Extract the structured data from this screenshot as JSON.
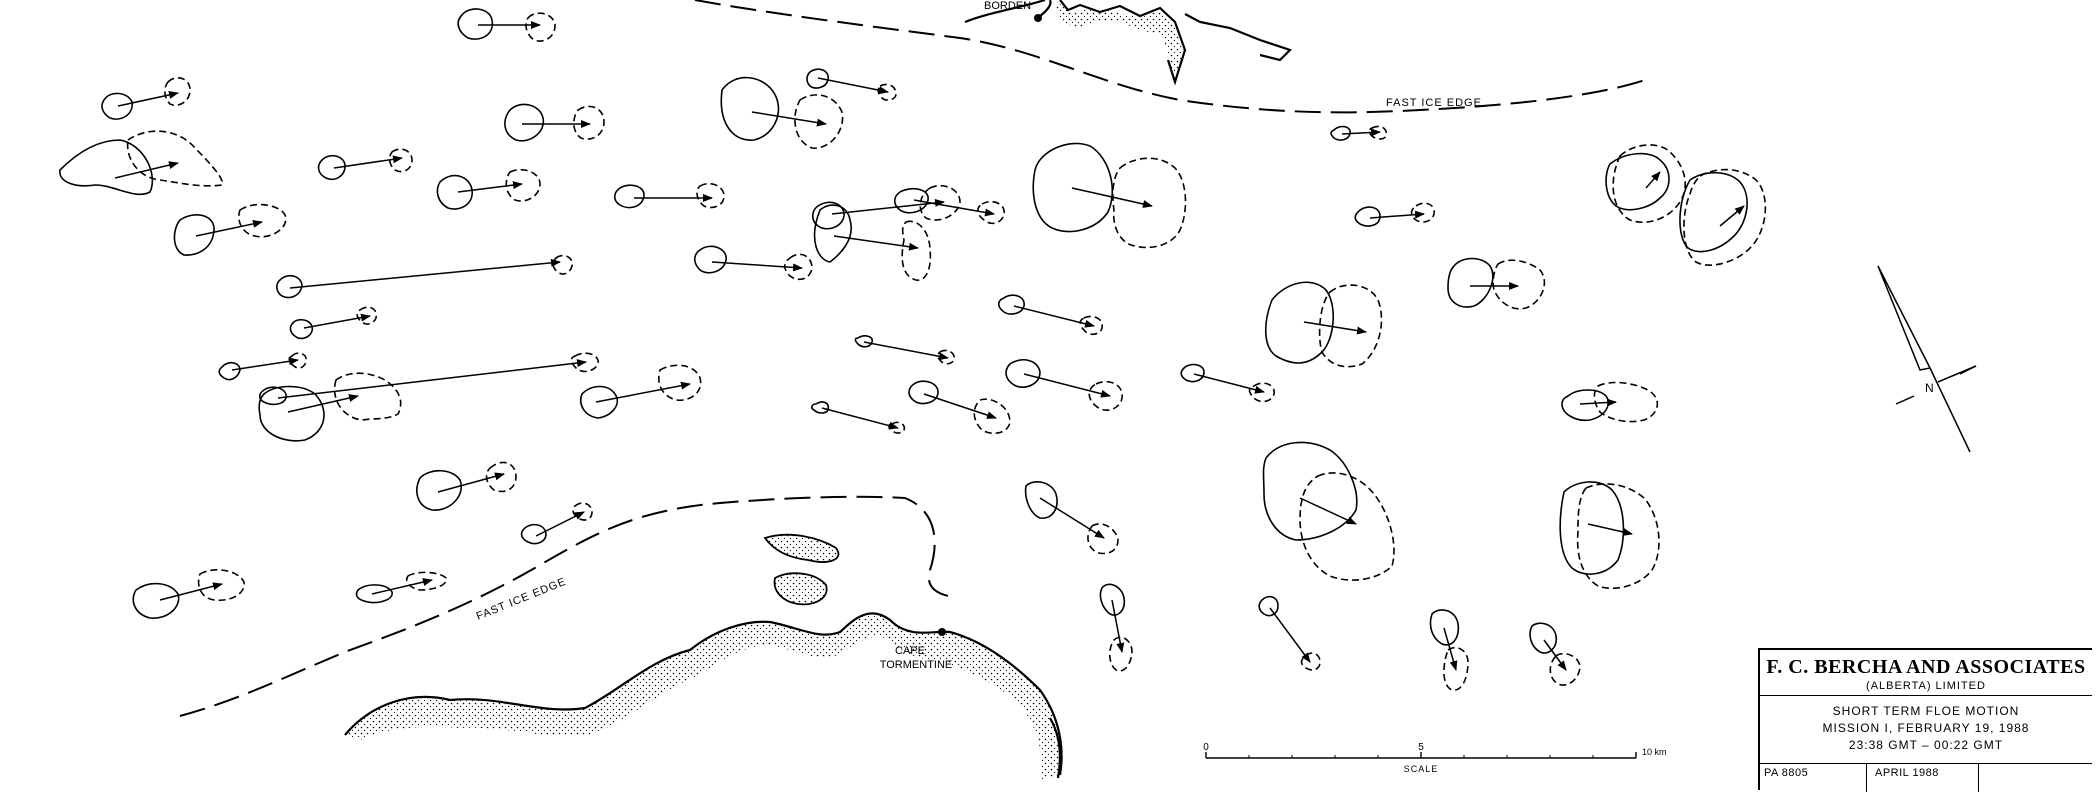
{
  "labels": {
    "borden": "BORDEN",
    "cape_line1": "CAPE",
    "cape_line2": "TORMENTINE",
    "fast_ice_edge_north": "FAST ICE EDGE",
    "fast_ice_edge_south": "FAST ICE EDGE",
    "north": "N"
  },
  "scale_bar": {
    "tick_start": "0",
    "tick_mid": "5",
    "tick_end": "10 km",
    "caption": "SCALE"
  },
  "title_block": {
    "firm_name": "F. C. BERCHA AND ASSOCIATES",
    "firm_sub": "(ALBERTA) LIMITED",
    "line1": "SHORT TERM FLOE MOTION",
    "line2": "MISSION I, FEBRUARY 19, 1988",
    "line3": "23:38 GMT – 00:22 GMT",
    "drawing_no": "PA 8805",
    "date": "APRIL 1988"
  },
  "colors": {
    "ink": "#000000",
    "paper": "#ffffff"
  }
}
